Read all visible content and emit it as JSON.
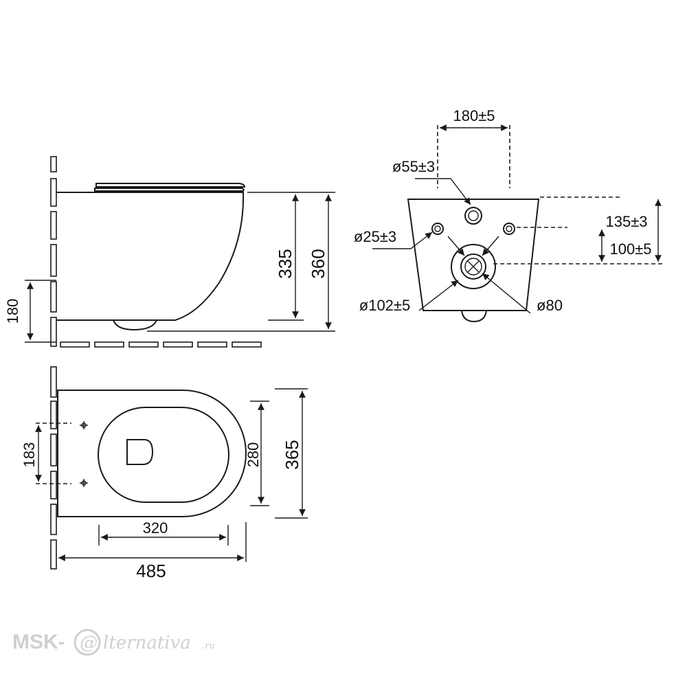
{
  "side_view": {
    "dims": {
      "height_335": "335",
      "height_360": "360",
      "inlet_180": "180"
    }
  },
  "top_view": {
    "dims": {
      "mount_183": "183",
      "bowl_280": "280",
      "width_365": "365",
      "bowl_320": "320",
      "length_485": "485"
    }
  },
  "back_view": {
    "dims": {
      "spacing": "180±5",
      "hole_inlet": "ø55±3",
      "hole_bolt": "ø25±3",
      "height_135": "135±3",
      "height_100": "100±5",
      "outlet_outer": "ø102±5",
      "outlet_inner": "ø80"
    }
  },
  "watermark": {
    "prefix": "MSK-",
    "at": "@",
    "suffix": "lternativa",
    "tld": ".ru"
  }
}
